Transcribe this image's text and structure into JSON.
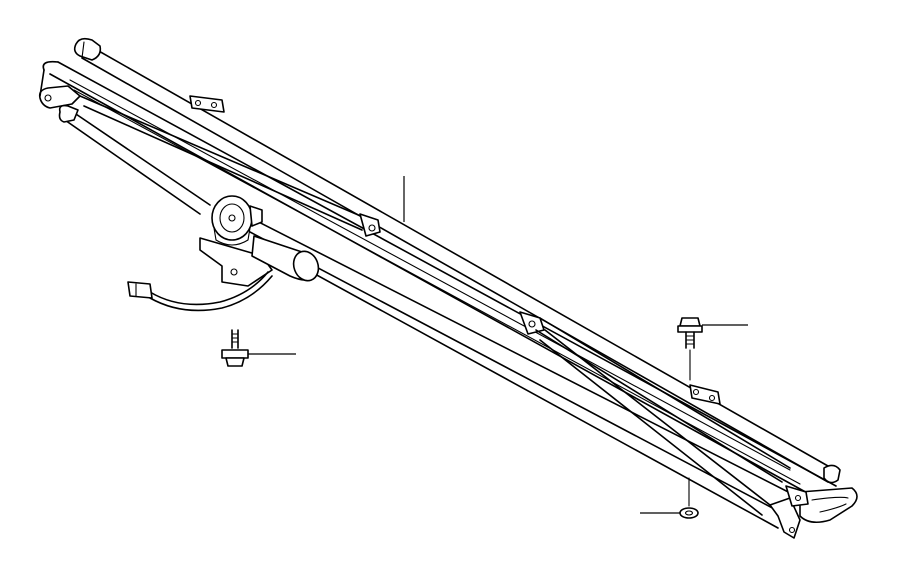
{
  "diagram": {
    "background_color": "#ffffff",
    "line_color": "#000000",
    "parts": [
      {
        "name": "sunshade-rail-assembly",
        "icon": "sunshade-rail-icon"
      },
      {
        "name": "drive-motor",
        "icon": "motor-icon"
      },
      {
        "name": "wire-connector",
        "icon": "connector-icon"
      },
      {
        "name": "mounting-bolt-left",
        "icon": "bolt-icon"
      },
      {
        "name": "mounting-bolt-right",
        "icon": "bolt-icon"
      },
      {
        "name": "washer",
        "icon": "washer-icon"
      }
    ],
    "leader_lines": 4,
    "callout_labels": []
  }
}
